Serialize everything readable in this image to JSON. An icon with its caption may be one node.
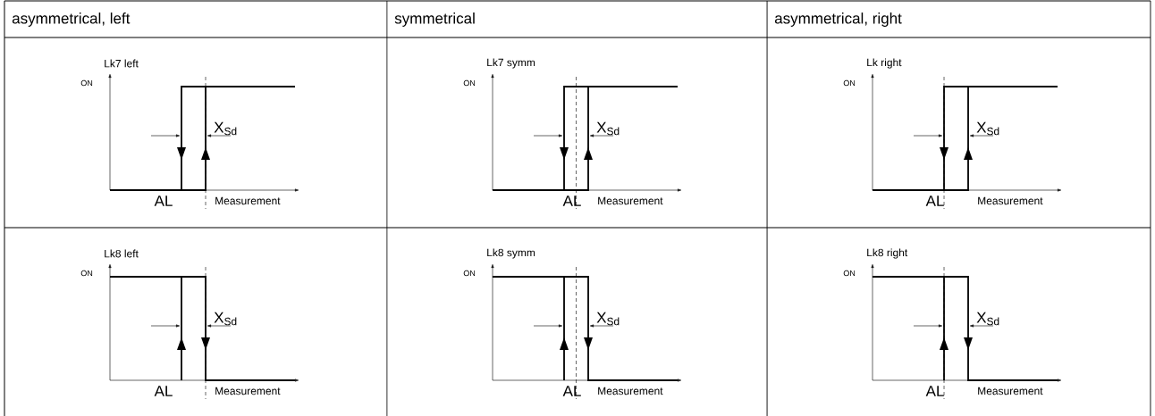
{
  "diagram": {
    "labels": [
      "asymmetrical, left",
      "symmetrical",
      "asymmetrical, right",
      "Lk7 left",
      "ON",
      "X$_{Sd}$",
      "AL",
      "Measurement",
      "Lk7 symm",
      "ON",
      "X$_{Sd}$",
      "AL",
      "Measurement",
      "Lk right",
      "ON",
      "X$_{Sd}$",
      "AL",
      "Measurement",
      "Lk8 left",
      "ON",
      "X$_{Sd}$",
      "AL",
      "Measurement",
      "Lk8 symm",
      "ON",
      "X$_{Sd}$",
      "AL",
      "Measurement",
      "Lk8 right",
      "ON",
      "X$_{Sd}$",
      "AL",
      "Measurement"
    ]
  }
}
